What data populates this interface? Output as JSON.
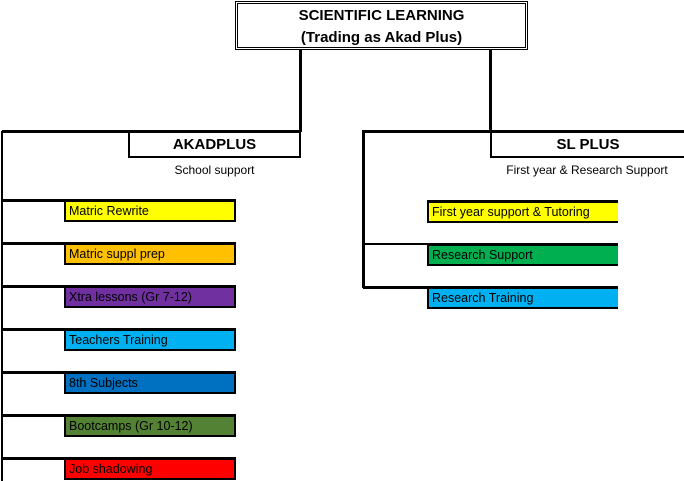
{
  "root": {
    "title": "SCIENTIFIC LEARNING",
    "subtitle": "(Trading as Akad Plus)"
  },
  "branches": [
    {
      "name": "AKADPLUS",
      "description": "School support",
      "items": [
        {
          "label": "Matric Rewrite",
          "color": "#FFFF00"
        },
        {
          "label": "Matric suppl prep",
          "color": "#FFC000"
        },
        {
          "label": "Xtra lessons (Gr 7-12)",
          "color": "#7030A0"
        },
        {
          "label": "Teachers Training",
          "color": "#00B0F0"
        },
        {
          "label": "8th Subjects",
          "color": "#0070C0"
        },
        {
          "label": "Bootcamps (Gr 10-12)",
          "color": "#548235"
        },
        {
          "label": "Job shadowing",
          "color": "#FF0000"
        }
      ]
    },
    {
      "name": "SL PLUS",
      "description": "First year & Research Support",
      "items": [
        {
          "label": "First year support & Tutoring",
          "color": "#FFFF00"
        },
        {
          "label": "Research Support",
          "color": "#00B050"
        },
        {
          "label": "Research Training",
          "color": "#00B0F0"
        }
      ]
    }
  ]
}
